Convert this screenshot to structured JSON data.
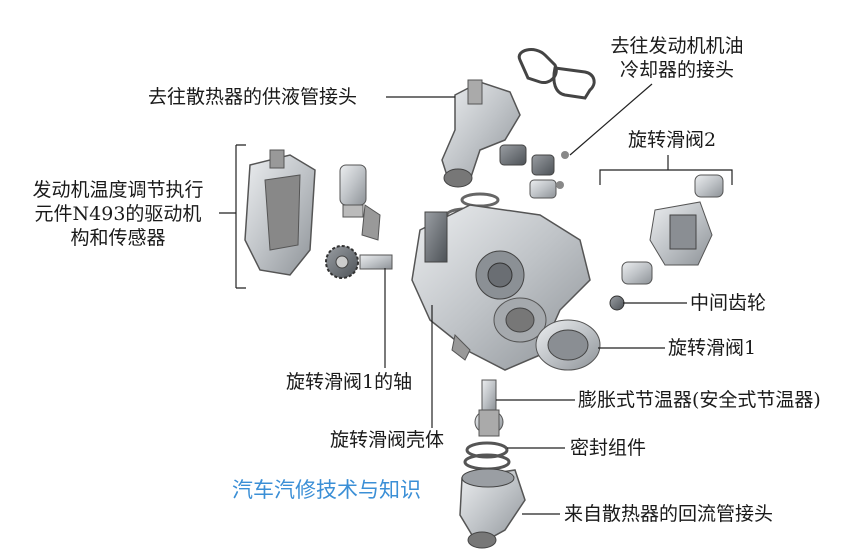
{
  "labels": {
    "supply_connector": "去往散热器的供液管接头",
    "oil_cooler_connector_line1": "去往发动机机油",
    "oil_cooler_connector_line2": "冷却器的接头",
    "actuator_line1": "发动机温度调节执行",
    "actuator_line2": "元件N493的驱动机",
    "actuator_line3": "构和传感器",
    "rotary_valve_2": "旋转滑阀2",
    "intermediate_gear": "中间齿轮",
    "rotary_valve_1": "旋转滑阀1",
    "rotary_valve_1_shaft": "旋转滑阀1的轴",
    "expansion_thermostat": "膨胀式节温器(安全式节温器)",
    "rotary_valve_housing": "旋转滑阀壳体",
    "seal_kit": "密封组件",
    "return_connector": "来自散热器的回流管接头"
  },
  "watermark": {
    "text": "汽车汽修技术与知识",
    "color": "#3b8fd6"
  },
  "colors": {
    "line": "#222222",
    "part_fill": "#cfd2d5",
    "part_stroke": "#555555"
  }
}
